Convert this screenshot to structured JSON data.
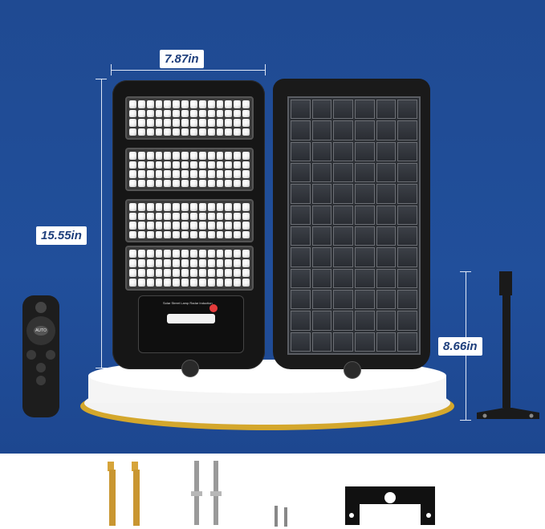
{
  "dimensions": {
    "width_label": "7.87in",
    "height_label": "15.55in",
    "pole_label": "8.66in"
  },
  "control_box": {
    "text": "Solar Street Lamp Radar Induction"
  },
  "remote": {
    "auto_label": "AUTO"
  },
  "colors": {
    "background_blue": "#214f9b",
    "label_text": "#1e3f7c",
    "gold_ring": "#d4a72c"
  }
}
